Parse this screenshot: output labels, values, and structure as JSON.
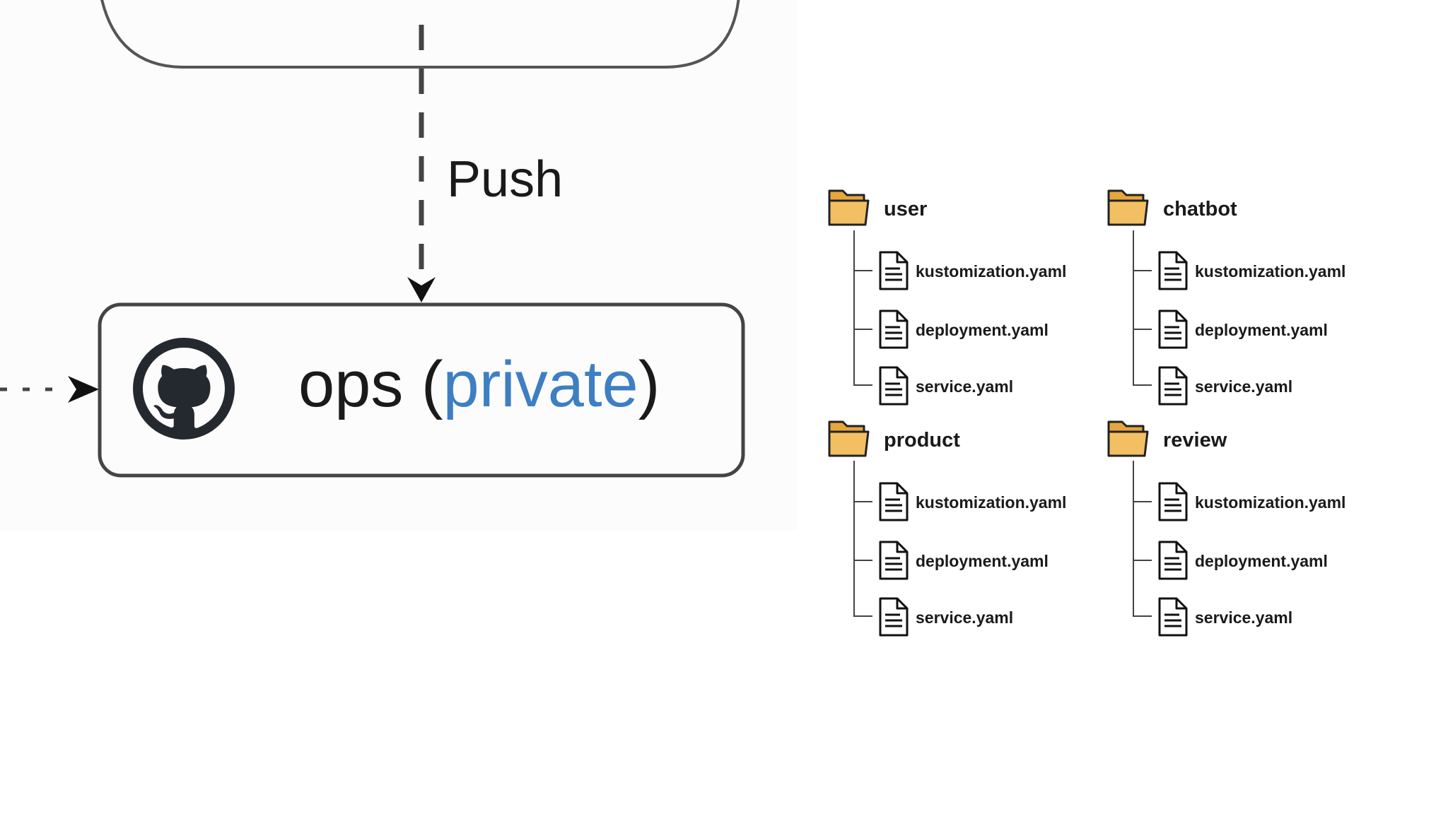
{
  "diagram": {
    "push_label": "Push",
    "repo": {
      "name": "ops",
      "open_paren": "(",
      "visibility": "private",
      "close_paren": ")",
      "icon": "github-icon",
      "visibility_color": "#3d7fc2"
    }
  },
  "tree": {
    "folder_color": "#f2c063",
    "folders": [
      {
        "name": "user",
        "files": [
          "kustomization.yaml",
          "deployment.yaml",
          "service.yaml"
        ]
      },
      {
        "name": "chatbot",
        "files": [
          "kustomization.yaml",
          "deployment.yaml",
          "service.yaml"
        ]
      },
      {
        "name": "product",
        "files": [
          "kustomization.yaml",
          "deployment.yaml",
          "service.yaml"
        ]
      },
      {
        "name": "review",
        "files": [
          "kustomization.yaml",
          "deployment.yaml",
          "service.yaml"
        ]
      }
    ]
  }
}
